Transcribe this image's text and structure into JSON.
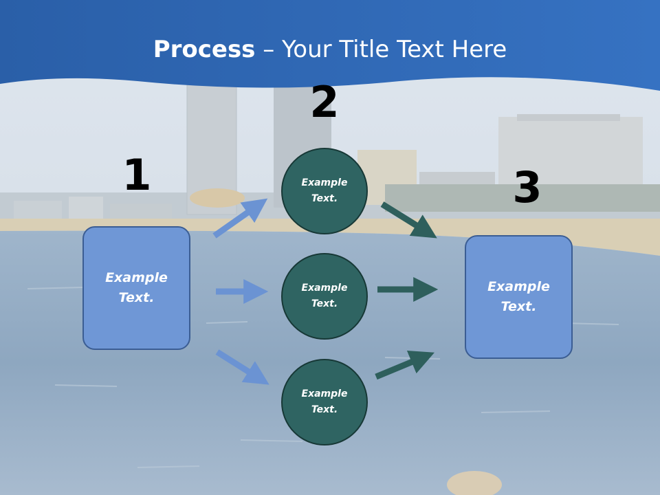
{
  "title": {
    "bold": "Process",
    "rest": " – Your Title Text Here"
  },
  "steps": {
    "one": "1",
    "two": "2",
    "three": "3"
  },
  "boxes": {
    "left": "Example Text.",
    "right": "Example Text."
  },
  "circles": {
    "top": "Example Text.",
    "middle": "Example Text.",
    "bottom": "Example Text."
  },
  "colors": {
    "header_blue": "#2f67b5",
    "box_fill": "#6f97d6",
    "circle_fill": "#2f6462",
    "arrow_blue": "#6b93d3",
    "arrow_teal": "#2e5f5c"
  },
  "background": "faded-photo-of-barcelona-beach-skyline-and-sea"
}
